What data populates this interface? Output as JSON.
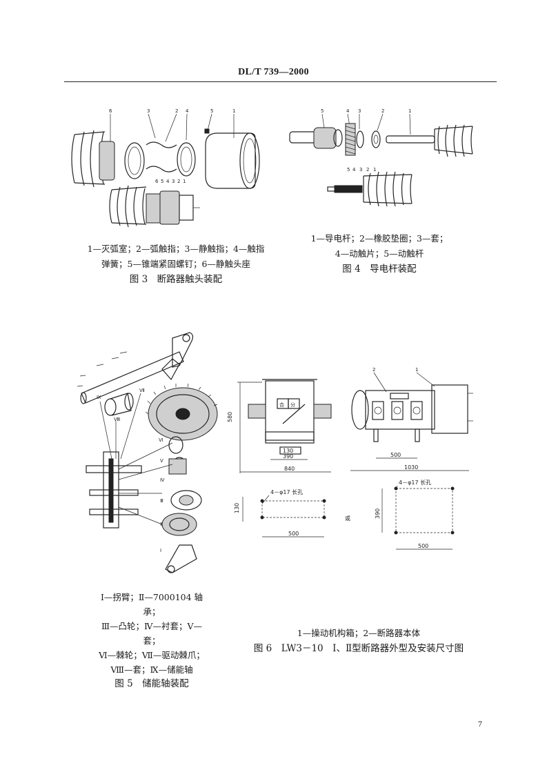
{
  "header": {
    "standard_no": "DL/T 739—2000"
  },
  "fig3": {
    "legend_line1": "1—灭弧室；2—弧触指；3—静触指；4—触指",
    "legend_line2": "弹簧；5—锥端紧固螺钉；6—静触头座",
    "title": "图 3　断路器触头装配",
    "callouts_top": [
      "6",
      "3",
      "2",
      "4",
      "5",
      "1"
    ],
    "callouts_bottom": [
      "6",
      "5",
      "4",
      "3",
      "2",
      "1"
    ]
  },
  "fig4": {
    "legend_line1": "1—导电杆；2—橡胶垫圈；3—套；",
    "legend_line2": "4—动触片；5—动触杆",
    "title": "图 4　导电杆装配",
    "callouts_top": [
      "5",
      "4",
      "3",
      "2",
      "1"
    ],
    "callouts_bottom": [
      "5",
      "4",
      "3",
      "2",
      "1"
    ]
  },
  "fig5": {
    "legend_lines": [
      "Ⅰ—拐臂；Ⅱ—7000104 轴承；",
      "Ⅲ—凸轮；Ⅳ—衬套；Ⅴ—套；",
      "Ⅵ—棘轮；Ⅶ—驱动棘爪；",
      "Ⅷ—套；Ⅸ—储能轴"
    ],
    "title": "图 5　储能轴装配",
    "callouts": [
      "Ⅸ",
      "Ⅷ",
      "Ⅶ",
      "Ⅵ",
      "Ⅴ",
      "Ⅳ",
      "Ⅲ",
      "Ⅱ",
      "Ⅰ"
    ]
  },
  "fig6": {
    "legend": "1—操动机构箱；2—断路器本体",
    "title": "图 6　LW3－10　Ⅰ、Ⅱ型断路器外型及安装尺寸图",
    "box_labels": [
      "合",
      "分"
    ],
    "callouts": [
      "2",
      "1"
    ],
    "dims_front": [
      "580",
      "130",
      "390",
      "840"
    ],
    "dims_side": [
      "500",
      "1030"
    ],
    "mount_left": {
      "hole_note": "4－φ17 长孔",
      "d1": "130",
      "d2": "500"
    },
    "or_text": "或",
    "mount_right": {
      "hole_note": "4－φ17 长孔",
      "d1": "390",
      "d2": "500"
    }
  },
  "page_number": "7"
}
